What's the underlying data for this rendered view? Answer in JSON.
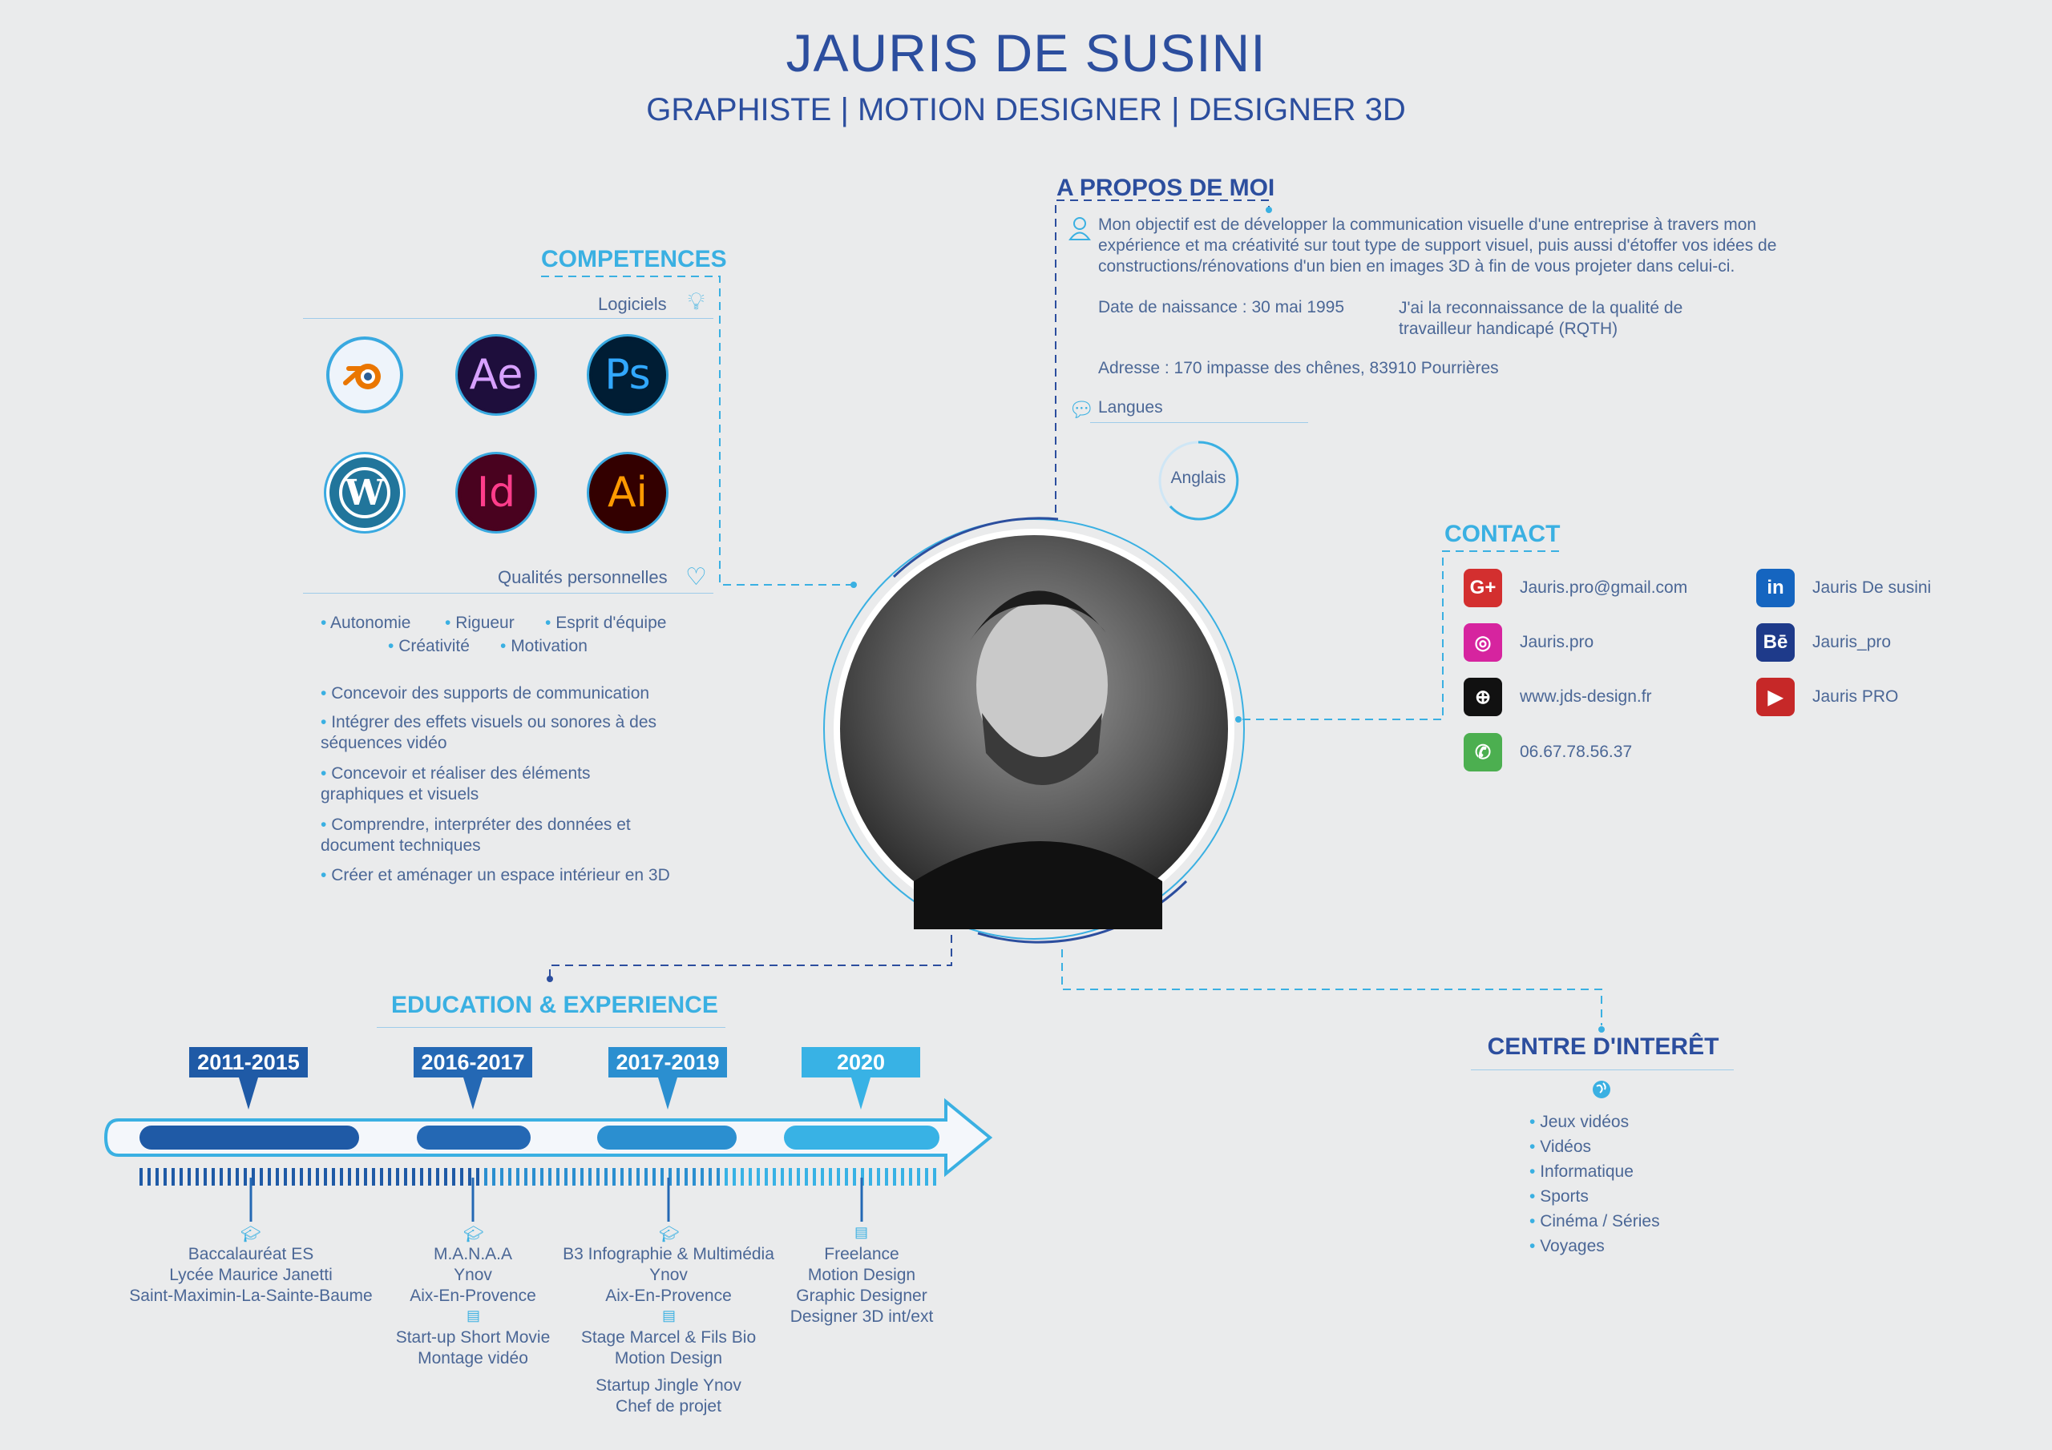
{
  "header": {
    "name": "JAURIS DE SUSINI",
    "subtitle": "GRAPHISTE | MOTION DESIGNER | DESIGNER 3D"
  },
  "competences": {
    "title": "COMPETENCES",
    "logiciels_label": "Logiciels",
    "software": [
      {
        "name": "blender-icon",
        "label": "",
        "color": "#ea7600"
      },
      {
        "name": "after-effects-icon",
        "label": "Ae",
        "color": "#d8a1ff"
      },
      {
        "name": "photoshop-icon",
        "label": "Ps",
        "color": "#31a8ff"
      },
      {
        "name": "wordpress-icon",
        "label": "",
        "color": "#21759b"
      },
      {
        "name": "indesign-icon",
        "label": "Id",
        "color": "#ff3d8b"
      },
      {
        "name": "illustrator-icon",
        "label": "Ai",
        "color": "#ff9a00"
      }
    ],
    "qualites_label": "Qualités personnelles",
    "qualites": [
      "Autonomie",
      "Rigueur",
      "Esprit d'équipe",
      "Créativité",
      "Motivation"
    ],
    "skills": [
      "Concevoir des supports de communication",
      "Intégrer des effets visuels ou sonores à des séquences vidéo",
      "Concevoir et réaliser des éléments graphiques et visuels",
      "Comprendre, interpréter des données et document techniques",
      "Créer et aménager un espace intérieur en 3D"
    ]
  },
  "about": {
    "title": "A PROPOS DE MOI",
    "text": "Mon objectif est de développer la communication visuelle d'une entreprise à travers mon expérience et ma créativité sur tout type de support visuel, puis aussi d'étoffer vos idées de constructions/rénovations d'un bien en images 3D à fin de vous projeter dans celui-ci.",
    "birth": "Date de naissance : 30 mai 1995",
    "rqth": "J'ai la reconnaissance de la qualité de travailleur handicapé (RQTH)",
    "address": "Adresse : 170 impasse des chênes, 83910 Pourrières",
    "langues_label": "Langues",
    "langue": "Anglais"
  },
  "contact": {
    "title": "CONTACT",
    "items": [
      {
        "icon": "google-plus-icon",
        "glyph": "G+",
        "color": "#d32f2f",
        "text": "Jauris.pro@gmail.com"
      },
      {
        "icon": "instagram-icon",
        "glyph": "◎",
        "color": "#d6249f",
        "text": "Jauris.pro"
      },
      {
        "icon": "globe-icon",
        "glyph": "⊕",
        "color": "#111111",
        "text": "www.jds-design.fr"
      },
      {
        "icon": "phone-icon",
        "glyph": "✆",
        "color": "#4caf50",
        "text": "06.67.78.56.37"
      }
    ],
    "social": [
      {
        "icon": "linkedin-icon",
        "glyph": "in",
        "color": "#1565c0",
        "text": "Jauris De susini"
      },
      {
        "icon": "behance-icon",
        "glyph": "Bē",
        "color": "#1e3a8a",
        "text": "Jauris_pro"
      },
      {
        "icon": "youtube-icon",
        "glyph": "▶",
        "color": "#c62828",
        "text": "Jauris PRO"
      }
    ]
  },
  "education": {
    "title": "EDUCATION & EXPERIENCE",
    "periods": [
      {
        "year": "2011-2015",
        "color": "#1f5aa6",
        "lines": [
          "Baccalauréat ES",
          "Lycée Maurice Janetti",
          "Saint-Maximin-La-Sainte-Baume"
        ],
        "extra": []
      },
      {
        "year": "2016-2017",
        "color": "#2468b4",
        "lines": [
          "M.A.N.A.A",
          "Ynov",
          "Aix-En-Provence"
        ],
        "extra": [
          [
            "Start-up Short Movie",
            "Montage vidéo"
          ]
        ]
      },
      {
        "year": "2017-2019",
        "color": "#2b8fd0",
        "lines": [
          "B3 Infographie & Multimédia",
          "Ynov",
          "Aix-En-Provence"
        ],
        "extra": [
          [
            "Stage Marcel & Fils Bio",
            "Motion Design"
          ],
          [
            "Startup Jingle Ynov",
            "Chef de projet"
          ]
        ]
      },
      {
        "year": "2020",
        "color": "#38b2e5",
        "lines": [
          "Freelance",
          "Motion Design",
          "Graphic Designer",
          "Designer 3D int/ext"
        ],
        "extra": []
      }
    ]
  },
  "interests": {
    "title": "CENTRE D'INTERÊT",
    "items": [
      "Jeux vidéos",
      "Vidéos",
      "Informatique",
      "Sports",
      "Cinéma / Séries",
      "Voyages"
    ]
  },
  "colors": {
    "accent": "#3ab0e2",
    "primary": "#2c4e9e",
    "background": "#eaebec"
  }
}
